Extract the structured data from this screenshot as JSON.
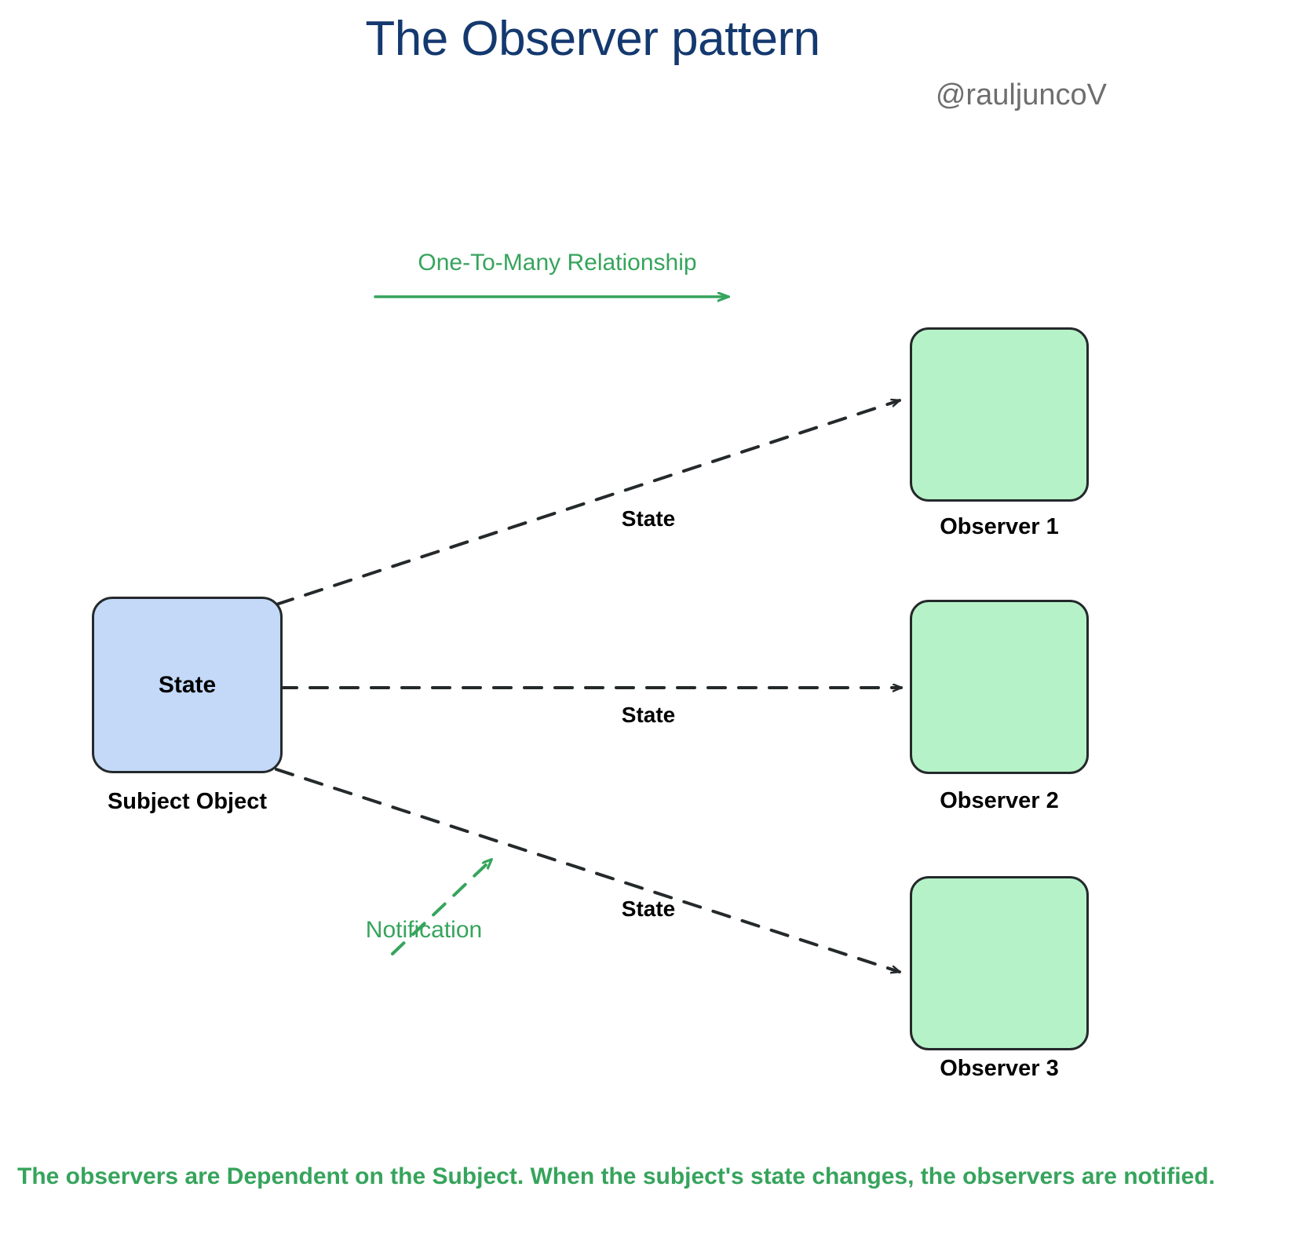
{
  "header": {
    "title": "The Observer pattern",
    "handle": "@rauljuncoV"
  },
  "annotations": {
    "relationship_label": "One-To-Many Relationship",
    "notification_label": "Notification",
    "footer_note": "The observers are Dependent on the Subject. When the subject's state changes, the observers are notified."
  },
  "diagram": {
    "type": "flow-diagram",
    "subject": {
      "inner_label": "State",
      "caption": "Subject Object",
      "fill": "#c3d9f7",
      "stroke": "#24292b"
    },
    "observers": [
      {
        "caption": "Observer 1",
        "fill": "#b6f2c8",
        "stroke": "#24292b"
      },
      {
        "caption": "Observer 2",
        "fill": "#b6f2c8",
        "stroke": "#24292b"
      },
      {
        "caption": "Observer 3",
        "fill": "#b6f2c8",
        "stroke": "#24292b"
      }
    ],
    "edges": [
      {
        "from": "Subject Object",
        "to": "Observer 1",
        "label": "State",
        "style": "dashed",
        "color": "#24292b"
      },
      {
        "from": "Subject Object",
        "to": "Observer 2",
        "label": "State",
        "style": "dashed",
        "color": "#24292b"
      },
      {
        "from": "Subject Object",
        "to": "Observer 3",
        "label": "State",
        "style": "dashed",
        "color": "#24292b"
      }
    ],
    "relationship_arrow": {
      "color": "#36a45c",
      "style": "solid",
      "direction": "right"
    },
    "notification_arrow": {
      "color": "#36a45c",
      "style": "dashed",
      "direction": "up-right"
    }
  },
  "colors": {
    "title_navy": "#14396f",
    "handle_gray": "#6e6e6e",
    "accent_green": "#36a45c",
    "subject_blue": "#c3d9f7",
    "observer_green": "#b6f2c8",
    "line_black": "#24292b",
    "background": "#ffffff"
  }
}
